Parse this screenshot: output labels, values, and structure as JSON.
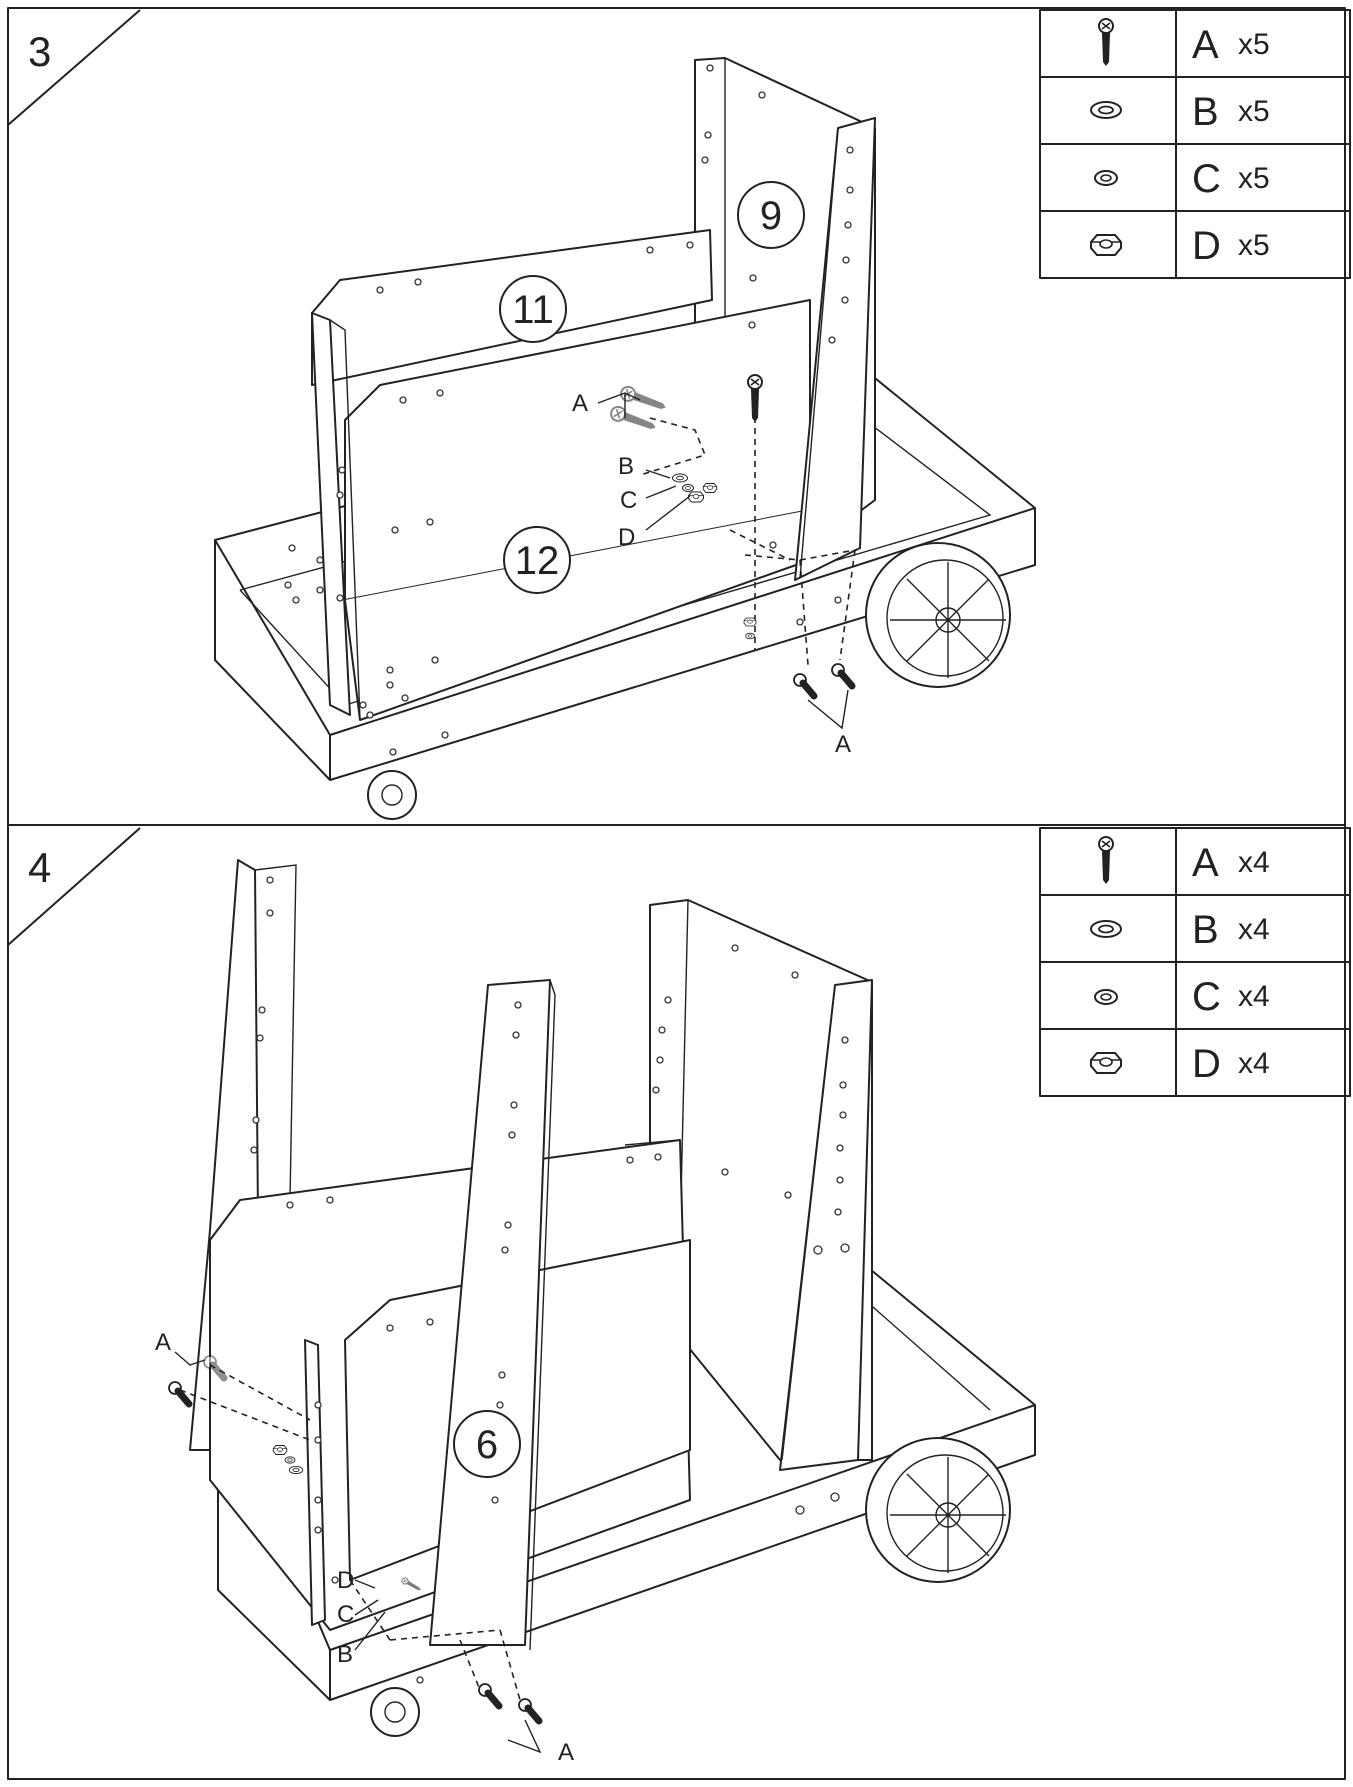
{
  "steps": [
    {
      "number": "3",
      "parts": [
        {
          "icon": "screw-icon",
          "letter": "A",
          "qty": "x5"
        },
        {
          "icon": "flat-washer-icon",
          "letter": "B",
          "qty": "x5"
        },
        {
          "icon": "spring-washer-icon",
          "letter": "C",
          "qty": "x5"
        },
        {
          "icon": "hex-nut-icon",
          "letter": "D",
          "qty": "x5"
        }
      ],
      "part_labels": [
        "11",
        "12",
        "9"
      ],
      "callouts": [
        "A",
        "B",
        "C",
        "D",
        "A"
      ]
    },
    {
      "number": "4",
      "parts": [
        {
          "icon": "screw-icon",
          "letter": "A",
          "qty": "x4"
        },
        {
          "icon": "flat-washer-icon",
          "letter": "B",
          "qty": "x4"
        },
        {
          "icon": "spring-washer-icon",
          "letter": "C",
          "qty": "x4"
        },
        {
          "icon": "hex-nut-icon",
          "letter": "D",
          "qty": "x4"
        }
      ],
      "part_labels": [
        "6"
      ],
      "callouts": [
        "A",
        "D",
        "C",
        "B",
        "A"
      ]
    }
  ]
}
